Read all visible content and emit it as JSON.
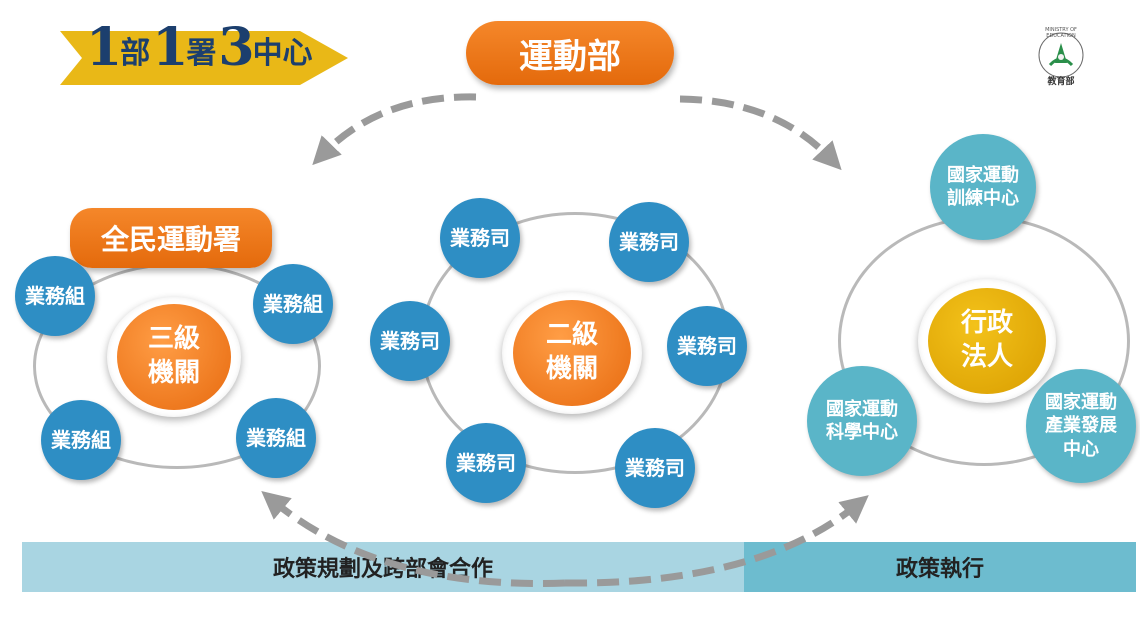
{
  "banner": {
    "parts": [
      "1",
      "部",
      "1",
      "署",
      "3",
      "中心"
    ]
  },
  "logo": {
    "ring_text": "MINISTRY OF EDUCATION",
    "caption": "教育部"
  },
  "top_pill": "運動部",
  "left_group": {
    "pill": "全民運動署",
    "core": [
      "三級",
      "機關"
    ],
    "nodes": [
      "業務組",
      "業務組",
      "業務組",
      "業務組"
    ]
  },
  "middle_group": {
    "core": [
      "二級",
      "機關"
    ],
    "nodes": [
      "業務司",
      "業務司",
      "業務司",
      "業務司",
      "業務司",
      "業務司"
    ]
  },
  "right_group": {
    "core": [
      "行政",
      "法人"
    ],
    "nodes": [
      [
        "國家運動",
        "訓練中心"
      ],
      [
        "國家運動",
        "科學中心"
      ],
      [
        "國家運動",
        "產業發展",
        "中心"
      ]
    ]
  },
  "bars": {
    "left": "政策規劃及跨部會合作",
    "right": "政策執行"
  },
  "colors": {
    "orange": "#ee7a1d",
    "blue": "#2e8ec4",
    "teal": "#5ab5c8",
    "gold": "#e8af0b",
    "navy": "#1c3f6e",
    "banner_gold": "#e9b817",
    "bar_left": "#a9d5e2",
    "bar_right": "#6dbccf"
  }
}
